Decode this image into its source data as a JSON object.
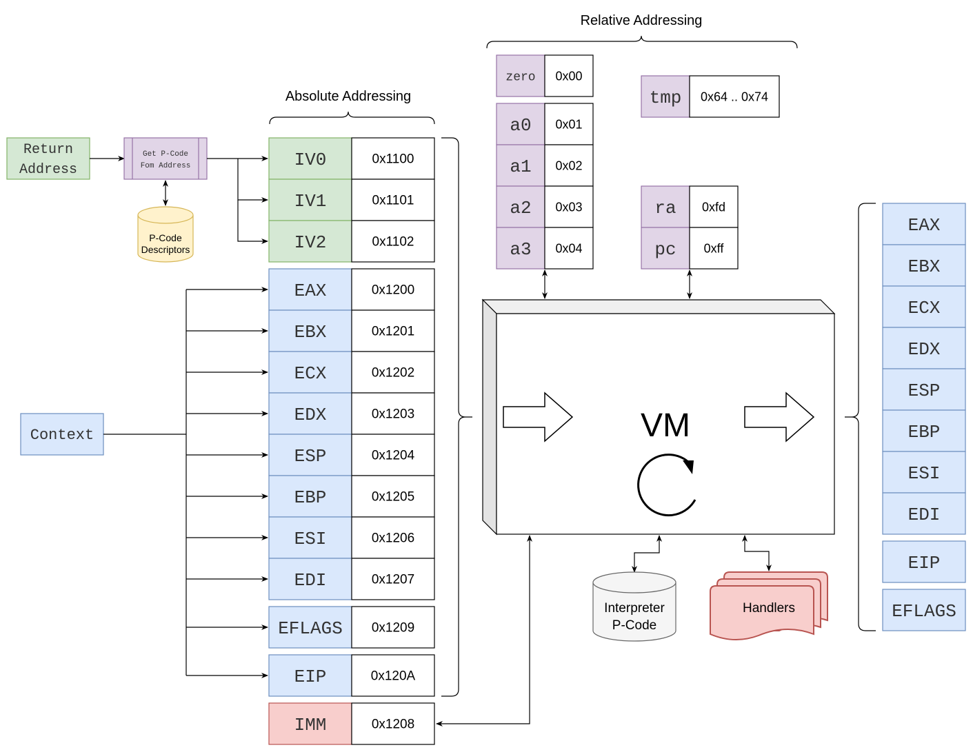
{
  "colors": {
    "green_fill": "#d5e8d4",
    "green_stroke": "#82b366",
    "purple_fill": "#e1d5e7",
    "purple_stroke": "#9673a6",
    "blue_fill": "#dae8fc",
    "blue_stroke": "#6c8ebf",
    "red_fill": "#f8cecc",
    "red_stroke": "#b85450",
    "yellow_fill": "#fff2cc",
    "yellow_stroke": "#d6b656",
    "gray_fill": "#f5f5f5",
    "gray_stroke": "#666666"
  },
  "labels": {
    "relative_addressing": "Relative Addressing",
    "absolute_addressing": "Absolute Addressing",
    "return_address_1": "Return",
    "return_address_2": "Address",
    "get_pcode_1": "Get P-Code",
    "get_pcode_2": "Fom Address",
    "pcode_desc_1": "P-Code",
    "pcode_desc_2": "Descriptors",
    "context": "Context",
    "vm": "VM",
    "interpreter_1": "Interpreter",
    "interpreter_2": "P-Code",
    "handlers": "Handlers"
  },
  "absolute": {
    "iv": [
      {
        "name": "IV0",
        "addr": "0x1100"
      },
      {
        "name": "IV1",
        "addr": "0x1101"
      },
      {
        "name": "IV2",
        "addr": "0x1102"
      }
    ],
    "gp": [
      {
        "name": "EAX",
        "addr": "0x1200"
      },
      {
        "name": "EBX",
        "addr": "0x1201"
      },
      {
        "name": "ECX",
        "addr": "0x1202"
      },
      {
        "name": "EDX",
        "addr": "0x1203"
      },
      {
        "name": "ESP",
        "addr": "0x1204"
      },
      {
        "name": "EBP",
        "addr": "0x1205"
      },
      {
        "name": "ESI",
        "addr": "0x1206"
      },
      {
        "name": "EDI",
        "addr": "0x1207"
      }
    ],
    "eflags": {
      "name": "EFLAGS",
      "addr": "0x1209"
    },
    "eip": {
      "name": "EIP",
      "addr": "0x120A"
    },
    "imm": {
      "name": "IMM",
      "addr": "0x1208"
    }
  },
  "relative": {
    "zero": {
      "name": "zero",
      "addr": "0x00"
    },
    "args": [
      {
        "name": "a0",
        "addr": "0x01"
      },
      {
        "name": "a1",
        "addr": "0x02"
      },
      {
        "name": "a2",
        "addr": "0x03"
      },
      {
        "name": "a3",
        "addr": "0x04"
      }
    ],
    "tmp": {
      "name": "tmp",
      "addr": "0x64 .. 0x74"
    },
    "special": [
      {
        "name": "ra",
        "addr": "0xfd"
      },
      {
        "name": "pc",
        "addr": "0xff"
      }
    ]
  },
  "output_regs": [
    "EAX",
    "EBX",
    "ECX",
    "EDX",
    "ESP",
    "EBP",
    "ESI",
    "EDI"
  ],
  "output_extra": [
    "EIP",
    "EFLAGS"
  ]
}
